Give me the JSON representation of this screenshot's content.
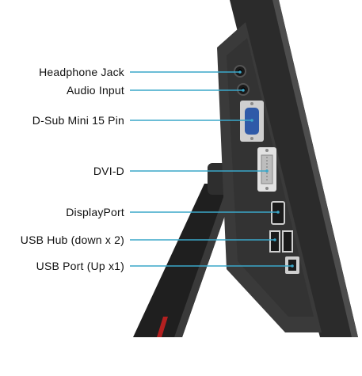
{
  "callouts": [
    {
      "label": "Headphone Jack",
      "color": "#3aa7c9"
    },
    {
      "label": "Audio Input",
      "color": "#3aa7c9"
    },
    {
      "label": "D-Sub Mini 15 Pin",
      "color": "#3aa7c9"
    },
    {
      "label": "DVI-D",
      "color": "#3aa7c9"
    },
    {
      "label": "DisplayPort",
      "color": "#3aa7c9"
    },
    {
      "label": "USB Hub (down x 2)",
      "color": "#3aa7c9"
    },
    {
      "label": "USB Port (Up x1)",
      "color": "#3aa7c9"
    }
  ],
  "colors": {
    "monitor_body": "#2b2b2b",
    "monitor_edge": "#4a4a4a",
    "port_panel": "#3a3a3a",
    "vga_connector": "#2f5aa8",
    "connector_metal": "#d9d9d9",
    "leader_line": "#3aa7c9",
    "accent_red": "#b32020"
  }
}
